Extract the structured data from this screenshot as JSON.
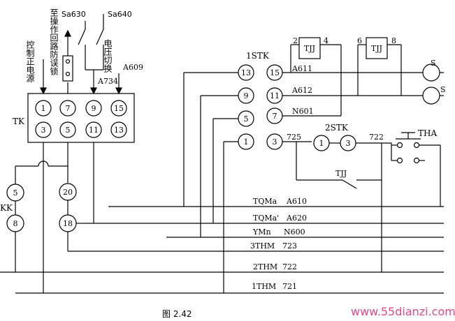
{
  "left_labels": {
    "control_supply": "控制正电源",
    "to_operating_circuit": "至操作回路",
    "anti_trip_lock": "防误锁",
    "voltage_switch": "电压切换",
    "sa630": "Sa630",
    "sa640": "Sa640",
    "a734": "A734",
    "a609": "A609",
    "tk": "TK",
    "kk": "KK"
  },
  "tk_contacts": [
    "1",
    "7",
    "9",
    "15",
    "3",
    "5",
    "11",
    "13"
  ],
  "kk_contacts": [
    "5",
    "8",
    "20",
    "18"
  ],
  "stk1": {
    "label": "1STK",
    "contacts": [
      "13",
      "15",
      "9",
      "11",
      "5",
      "7",
      "1",
      "3"
    ]
  },
  "stk2": {
    "label": "2STK",
    "contacts": [
      "1",
      "3"
    ]
  },
  "relays": {
    "tjj1": "TJJ",
    "tjj2": "TJJ",
    "tjj_contact": "TJJ",
    "tha": "THA",
    "pin2": "2",
    "pin4": "4",
    "pin6": "6",
    "pin8": "8",
    "s1": "S",
    "s2": "S"
  },
  "wire_labels": {
    "a611": "A611",
    "a612": "A612",
    "n601": "N601",
    "w725": "725",
    "w722": "722"
  },
  "buses": [
    {
      "name": "TQMa",
      "code": "A610"
    },
    {
      "name": "TQMa'",
      "code": "A620"
    },
    {
      "name": "YMn",
      "code": "N600"
    },
    {
      "name": "3THM",
      "code": "723"
    },
    {
      "name": "2THM",
      "code": "722"
    },
    {
      "name": "1THM",
      "code": "721"
    }
  ],
  "caption": "图 2.42",
  "watermark": "www.55dianzi.com"
}
